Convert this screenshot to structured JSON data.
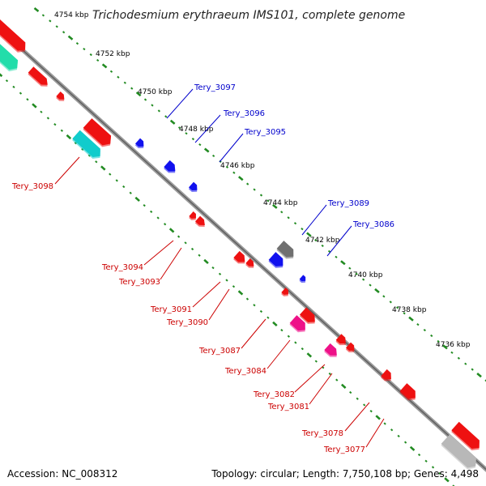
{
  "title": "Trichodesmium erythraeum IMS101, complete genome",
  "accession": "Accession: NC_008312",
  "topology": "Topology: circular; Length: 7,750,108 bp; Genes: 4,498",
  "colors": {
    "upper_label": "#0000cc",
    "lower_label": "#cc0000",
    "tick": "#228b22",
    "backbone": "#808080",
    "gene_red": "#ee1111",
    "gene_blue": "#1111ee",
    "gene_magenta": "#ee1188",
    "gene_cyan": "#11cccc",
    "gene_green": "#22ddaa",
    "gene_gray": "#707070",
    "gene_lightgray": "#b8b8b8"
  },
  "scale_labels": [
    "4754 kbp",
    "4752 kbp",
    "4750 kbp",
    "4748 kbp",
    "4746 kbp",
    "4744 kbp",
    "4742 kbp",
    "4740 kbp",
    "4738 kbp",
    "4736 kbp"
  ],
  "upper_genes": [
    "Tery_3097",
    "Tery_3096",
    "Tery_3095",
    "Tery_3089",
    "Tery_3086"
  ],
  "lower_genes": [
    "Tery_3098",
    "Tery_3094",
    "Tery_3093",
    "Tery_3091",
    "Tery_3090",
    "Tery_3087",
    "Tery_3084",
    "Tery_3082",
    "Tery_3081",
    "Tery_3078",
    "Tery_3077"
  ]
}
